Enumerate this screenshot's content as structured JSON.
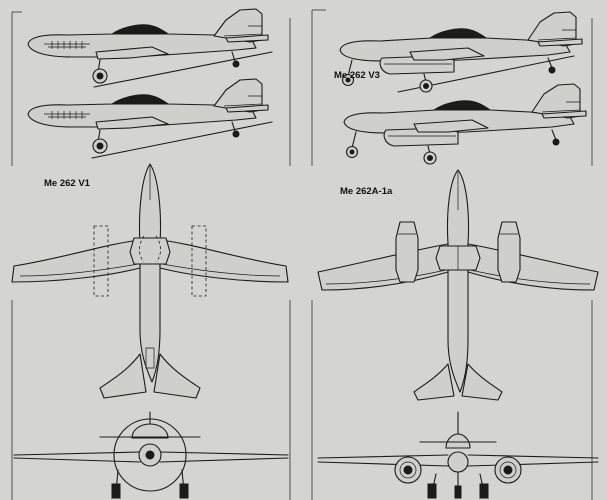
{
  "labels": {
    "v1": "Me 262 V1",
    "v3": "Me 262 V3",
    "a1a": "Me 262A-1a"
  },
  "colors": {
    "paper": "#d4d5d2",
    "ink": "#1b1b1b"
  }
}
